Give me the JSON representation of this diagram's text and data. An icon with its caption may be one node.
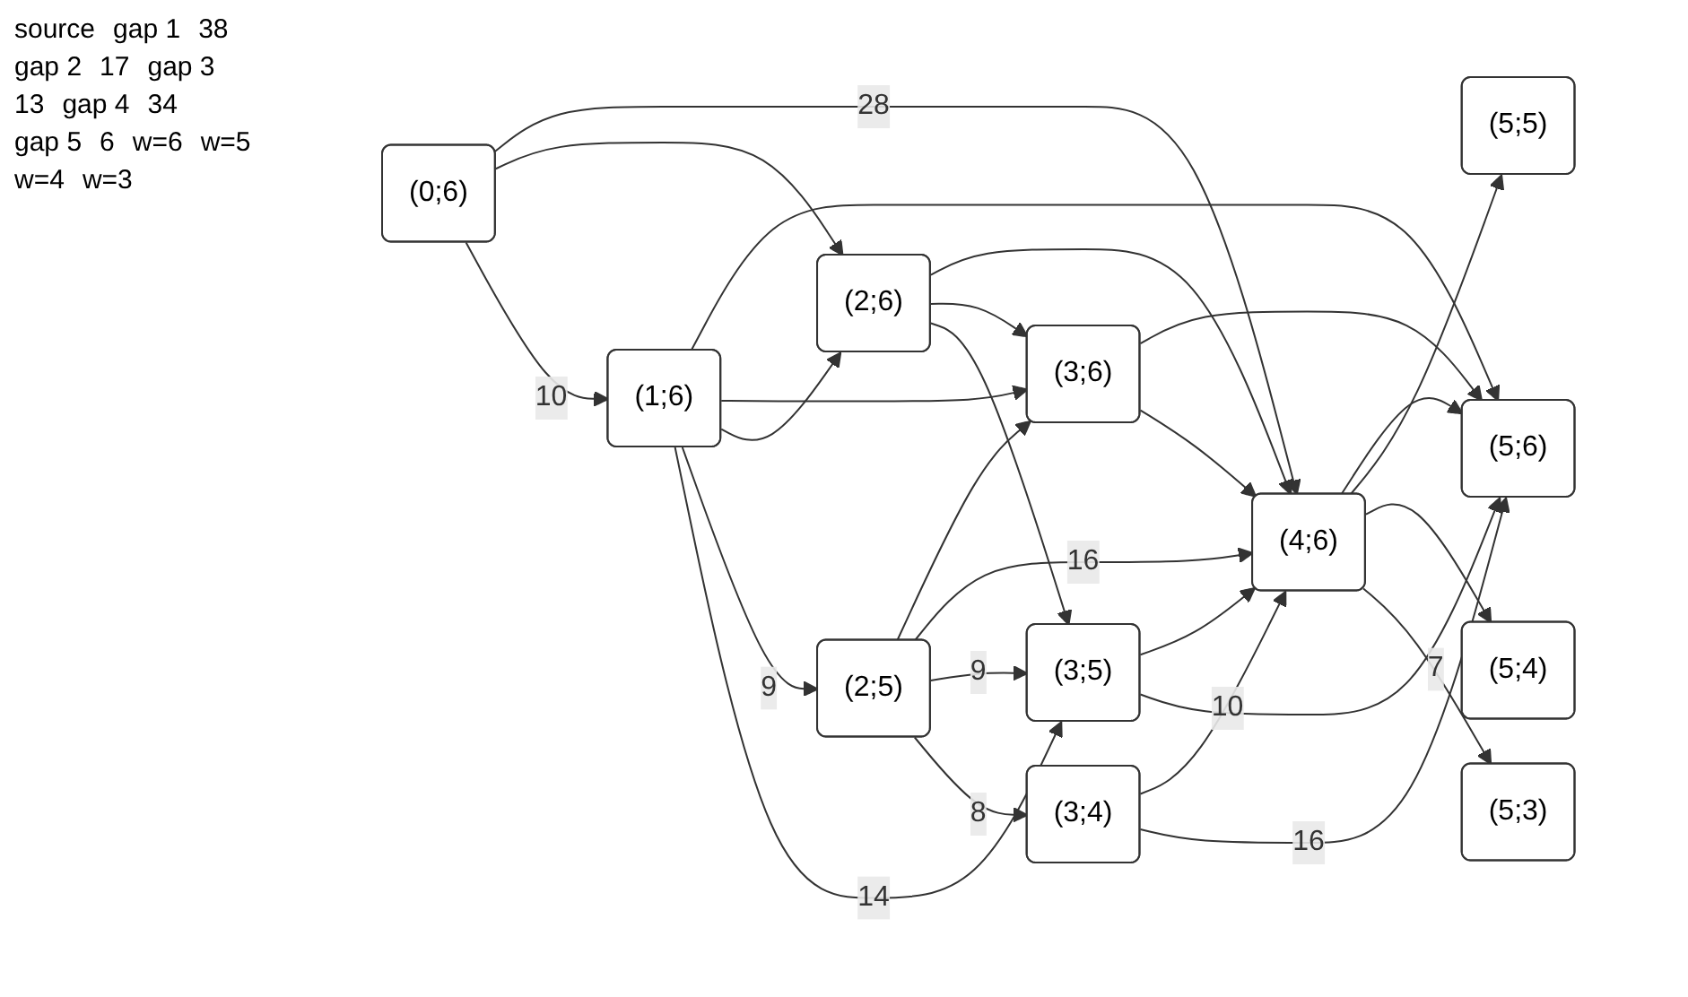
{
  "diagram": {
    "nodes": [
      {
        "text": [
          "(0;6)"
        ]
      },
      {
        "text": [
          "(1;6)"
        ]
      },
      {
        "text": [
          "(2;6)"
        ]
      },
      {
        "text": [
          "(3;6)"
        ]
      },
      {
        "text": [
          "(4;6)"
        ]
      },
      {
        "text": [
          "(5;6)"
        ]
      },
      {
        "text": [
          "(2;5)"
        ]
      },
      {
        "text": [
          "(3;5)"
        ]
      },
      {
        "text": [
          "(5;5)"
        ]
      },
      {
        "text": [
          "(3;4)"
        ]
      },
      {
        "text": [
          "(5;4)"
        ]
      },
      {
        "text": [
          "(5;3)"
        ]
      }
    ],
    "edges": [
      {
        "from": 0,
        "to": 4,
        "label": "28",
        "arrow": "to"
      },
      {
        "from": 1,
        "to": 5,
        "arrow": "to"
      },
      {
        "from": 0,
        "to": 2,
        "arrow": "to"
      },
      {
        "from": 1,
        "to": 3,
        "arrow": "to"
      },
      {
        "from": 2,
        "to": 4,
        "arrow": "to"
      },
      {
        "from": 3,
        "to": 5,
        "arrow": "to"
      },
      {
        "from": 0,
        "to": 1,
        "label": "10",
        "arrow": "to"
      },
      {
        "from": 1,
        "to": 2,
        "arrow": "to"
      },
      {
        "from": 2,
        "to": 3,
        "arrow": "to"
      },
      {
        "from": 3,
        "to": 4,
        "arrow": "to"
      },
      {
        "from": 4,
        "to": 5,
        "arrow": "to"
      },
      {
        "from": 1,
        "to": 6,
        "label": "9",
        "arrow": "to"
      },
      {
        "from": 1,
        "to": 7,
        "label": "14",
        "arrow": "to"
      },
      {
        "from": 2,
        "to": 7,
        "arrow": "to"
      },
      {
        "from": 6,
        "to": 3,
        "arrow": "to"
      },
      {
        "from": 6,
        "to": 4,
        "label": "16",
        "arrow": "to"
      },
      {
        "from": 6,
        "to": 7,
        "label": "9",
        "arrow": "to"
      },
      {
        "from": 6,
        "to": 9,
        "label": "8",
        "arrow": "to"
      },
      {
        "from": 7,
        "to": 4,
        "arrow": "to"
      },
      {
        "from": 7,
        "to": 5,
        "arrow": "to"
      },
      {
        "from": 9,
        "to": 4,
        "label": "10",
        "arrow": "to"
      },
      {
        "from": 9,
        "to": 5,
        "label": "16",
        "arrow": "to"
      },
      {
        "from": 4,
        "to": 8,
        "arrow": "to"
      },
      {
        "from": 4,
        "to": 10,
        "arrow": "to"
      },
      {
        "from": 4,
        "to": 11,
        "label": "7",
        "arrow": "to"
      }
    ],
    "labels": [
      "source",
      "gap 1",
      "38",
      "gap 2",
      "17",
      "gap 3",
      "13",
      "gap 4",
      "34",
      "gap 5",
      "6",
      "w=6",
      "w=5",
      "w=4",
      "w=3"
    ]
  }
}
